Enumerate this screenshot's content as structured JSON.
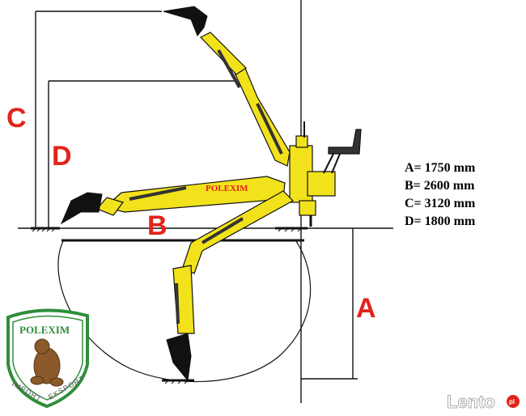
{
  "dimension_labels": {
    "a": "A",
    "b": "B",
    "c": "C",
    "d": "D"
  },
  "specs": [
    "A=  1750 mm",
    "B= 2600 mm",
    "C= 3120 mm",
    "D= 1800 mm"
  ],
  "boom_brand": "POLEXIM",
  "logo": {
    "name": "POLEXIM",
    "left_word": "IMPORT",
    "right_word": "EKSPORT"
  },
  "watermark": {
    "main": "Lento",
    "suffix": "pl"
  },
  "colors": {
    "machine_yellow": "#f2e21c",
    "label_red": "#e2231a",
    "logo_green": "#2f8f3a",
    "ink": "#111111"
  }
}
